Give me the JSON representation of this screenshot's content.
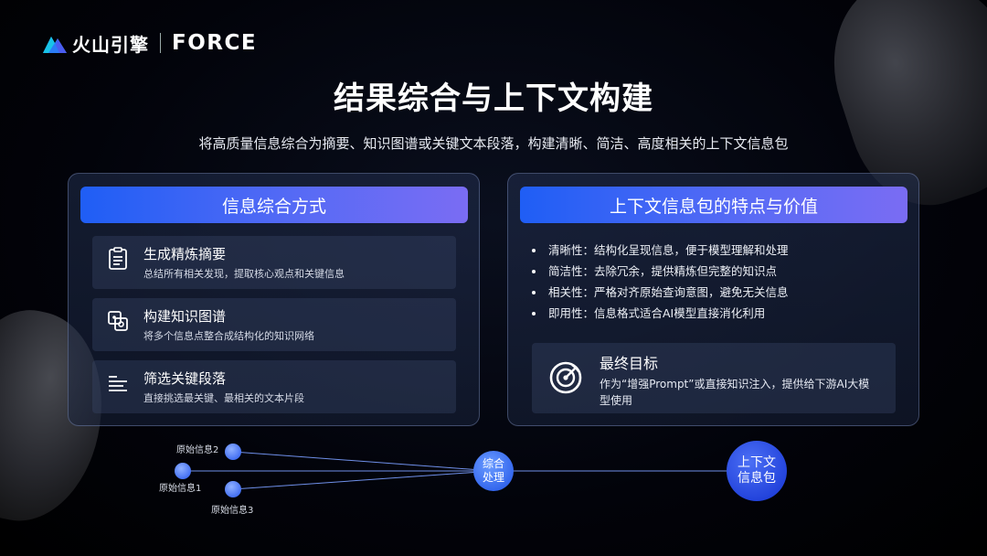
{
  "brand": {
    "name_cn": "火山引擎",
    "name_en": "FORCE"
  },
  "title": "结果综合与上下文构建",
  "subtitle": "将高质量信息综合为摘要、知识图谱或关键文本段落，构建清晰、简洁、高度相关的上下文信息包",
  "left_panel": {
    "heading": "信息综合方式",
    "items": [
      {
        "icon": "document-list-icon",
        "title": "生成精炼摘要",
        "desc": "总结所有相关发现，提取核心观点和关键信息"
      },
      {
        "icon": "graph-nodes-icon",
        "title": "构建知识图谱",
        "desc": "将多个信息点整合成结构化的知识网络"
      },
      {
        "icon": "filter-lines-icon",
        "title": "筛选关键段落",
        "desc": "直接挑选最关键、最相关的文本片段"
      }
    ]
  },
  "right_panel": {
    "heading": "上下文信息包的特点与价值",
    "bullets": [
      "清晰性：结构化呈现信息，便于模型理解和处理",
      "简洁性：去除冗余，提供精炼但完整的知识点",
      "相关性：严格对齐原始查询意图，避免无关信息",
      "即用性：信息格式适合AI模型直接消化利用"
    ],
    "goal": {
      "icon": "target-icon",
      "title": "最终目标",
      "desc": "作为“增强Prompt”或直接知识注入，提供给下游AI大模型使用"
    }
  },
  "flow": {
    "sources": [
      "原始信息2",
      "原始信息1",
      "原始信息3"
    ],
    "hub_line1": "综合",
    "hub_line2": "处理",
    "output_line1": "上下文",
    "output_line2": "信息包"
  },
  "colors": {
    "accent_blue": "#1f5ef5",
    "accent_violet": "#7a6cf3",
    "node_blue": "#4a7cf7"
  }
}
